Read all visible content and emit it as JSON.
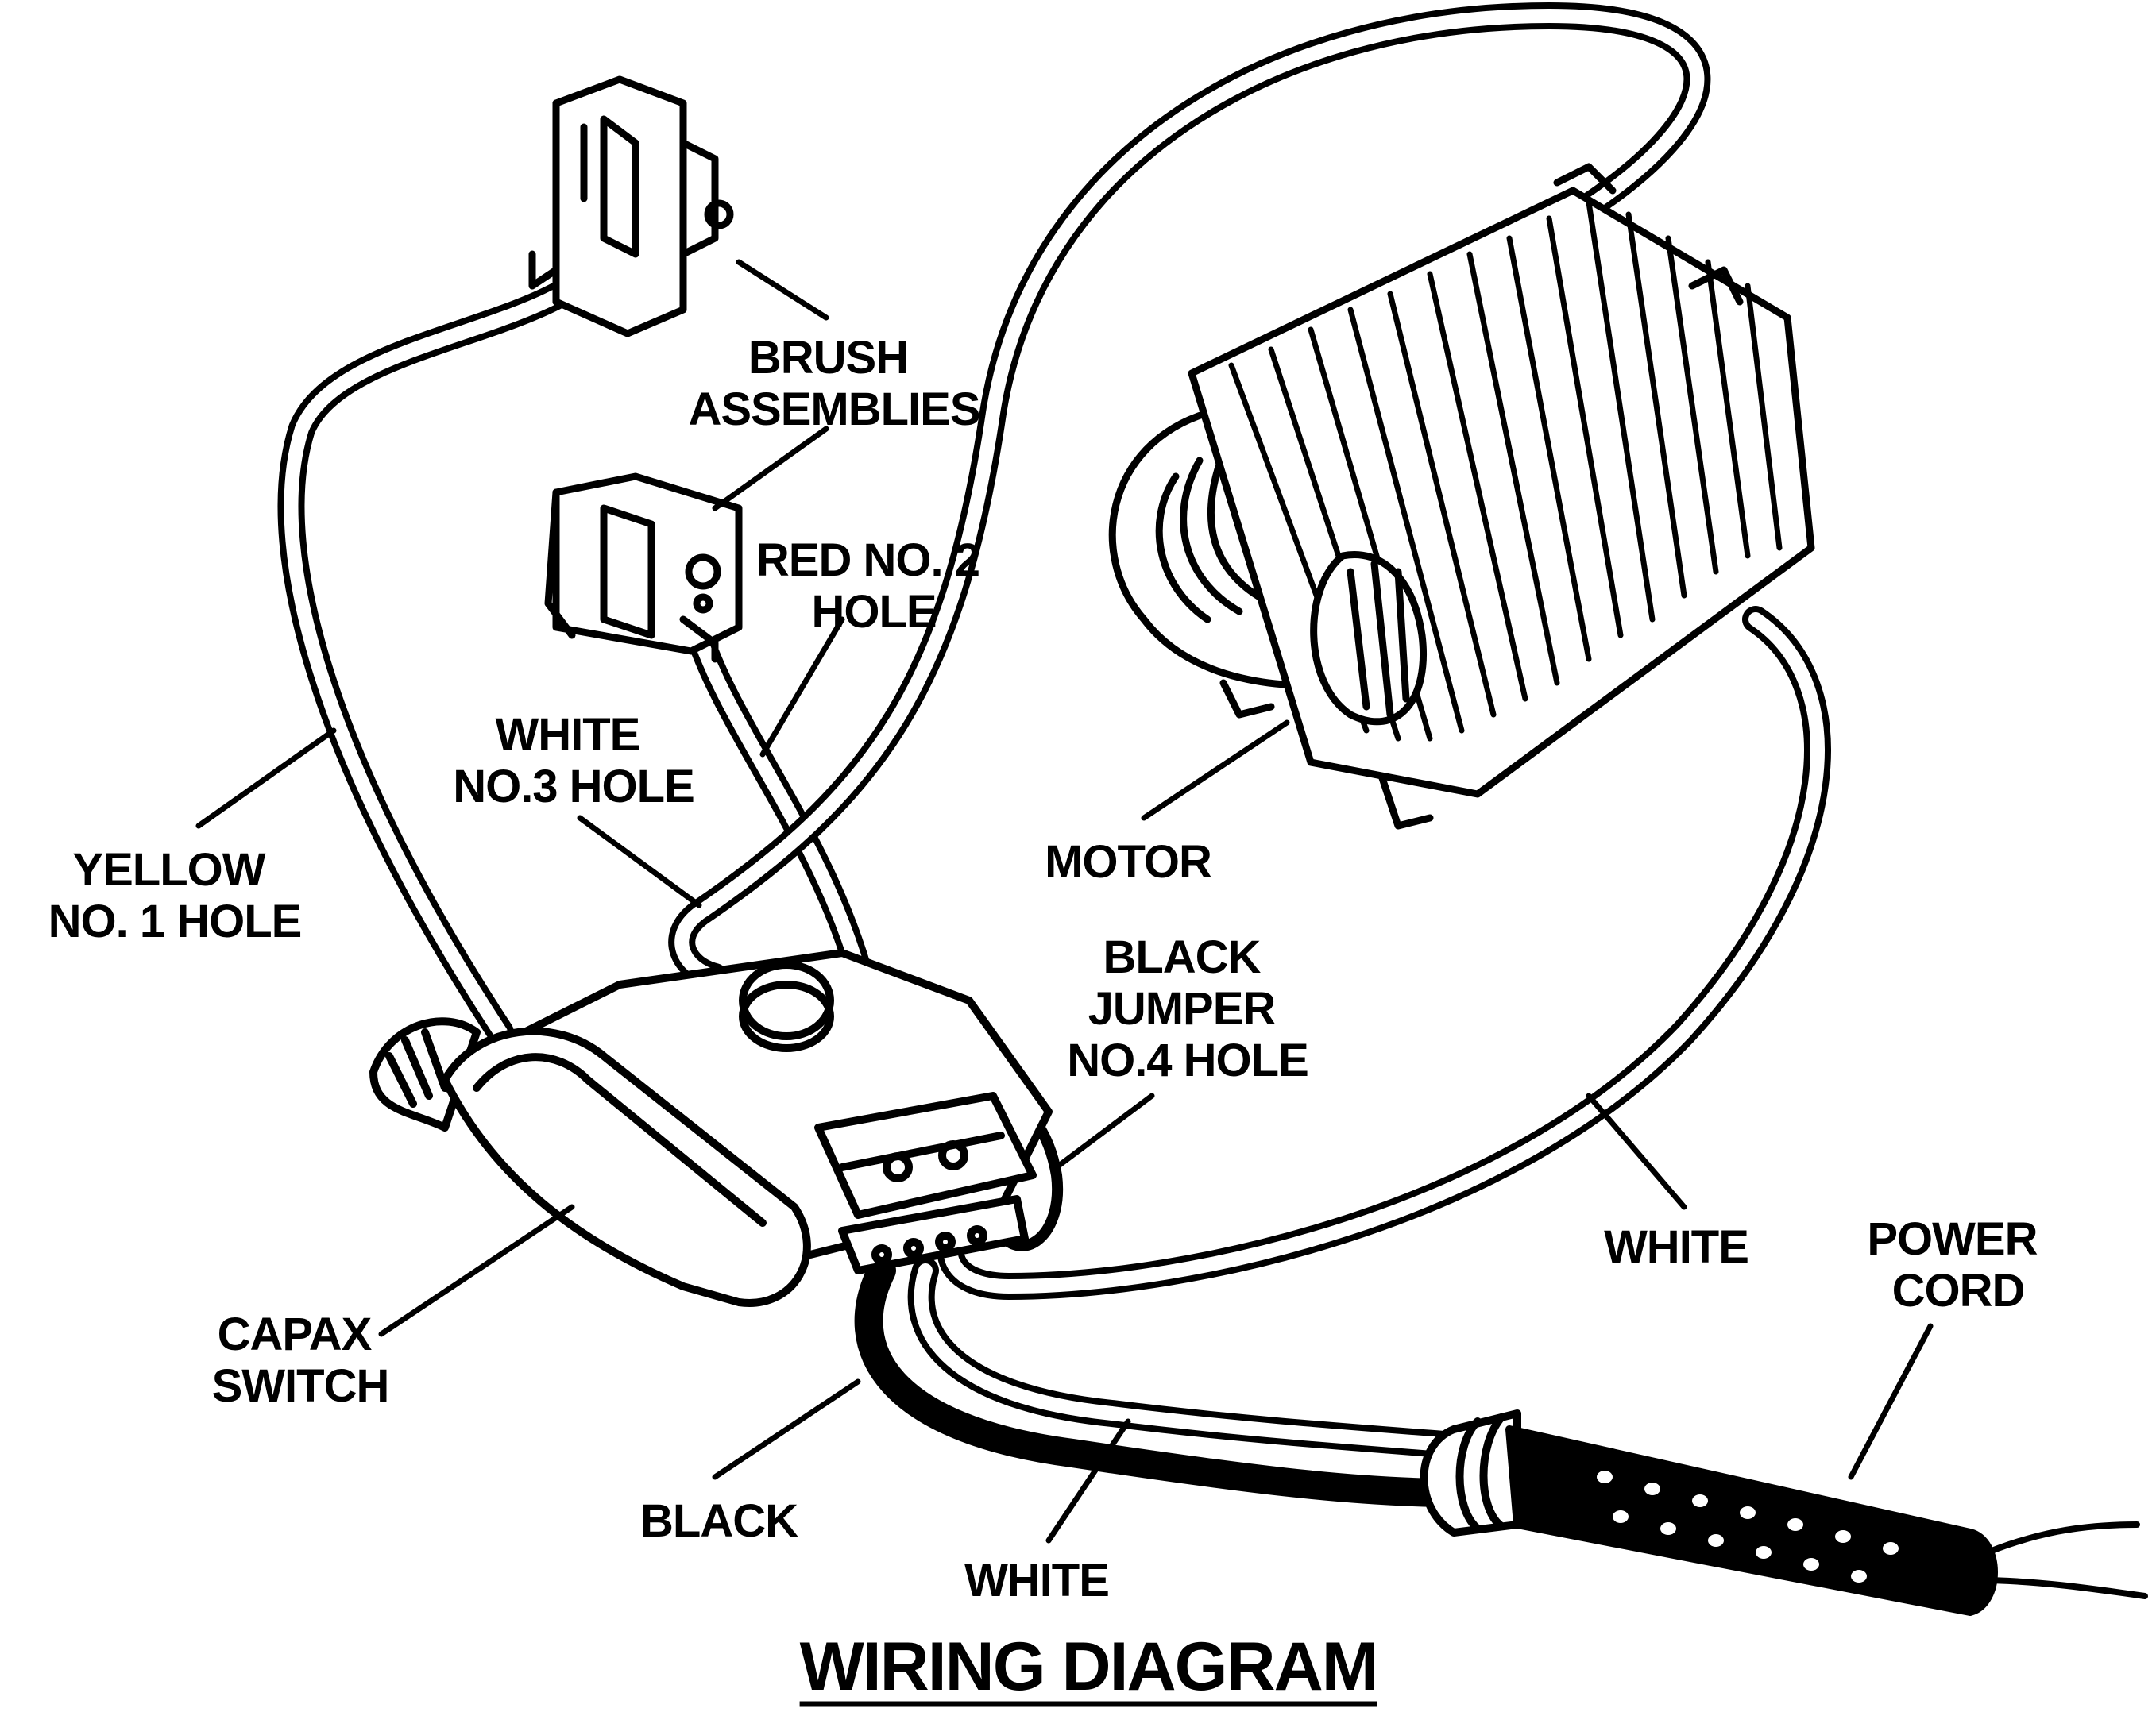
{
  "title": "WIRING DIAGRAM",
  "labels": {
    "brush_assemblies": [
      "BRUSH",
      "ASSEMBLIES"
    ],
    "red_no2_hole": [
      "RED NO. 2",
      "HOLE"
    ],
    "white_no3_hole": [
      "WHITE",
      "NO.3 HOLE"
    ],
    "yellow_no1_hole": [
      "YELLOW",
      "NO. 1 HOLE"
    ],
    "motor": [
      "MOTOR"
    ],
    "black_jumper_no4_hole": [
      "BLACK",
      "JUMPER",
      "NO.4 HOLE"
    ],
    "white_motor_lead": [
      "WHITE"
    ],
    "power_cord": [
      "POWER",
      "CORD"
    ],
    "capax_switch": [
      "CAPAX",
      "SWITCH"
    ],
    "black_cord_lead": [
      "BLACK"
    ],
    "white_cord_lead": [
      "WHITE"
    ]
  },
  "icons": {
    "brush_upper": "brush-holder-icon",
    "brush_lower": "brush-holder-icon",
    "motor": "motor-field-icon",
    "switch": "trigger-switch-icon",
    "cord": "power-cord-icon"
  },
  "colors": {
    "ink": "#000000",
    "paper": "#ffffff"
  }
}
